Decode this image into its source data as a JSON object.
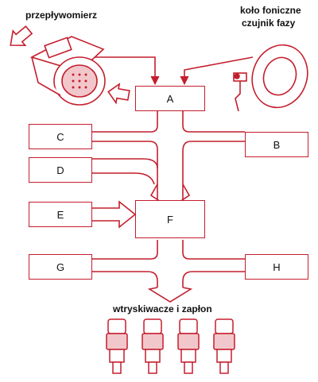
{
  "labels": {
    "maf": "przepływomierz",
    "tone_wheel_line1": "koło foniczne",
    "tone_wheel_line2": "czujnik fazy",
    "output": "wtryskiwacze i zapłon"
  },
  "boxes": {
    "a": "A",
    "b": "B",
    "c": "C",
    "d": "D",
    "e": "E",
    "f": "F",
    "g": "G",
    "h": "H"
  },
  "icons": [
    "mass-air-flow-sensor-icon",
    "tone-wheel-sensor-icon",
    "fuel-injector-icon"
  ],
  "colors": {
    "accent": "#c41e2d",
    "text": "#111111",
    "background": "#ffffff"
  }
}
